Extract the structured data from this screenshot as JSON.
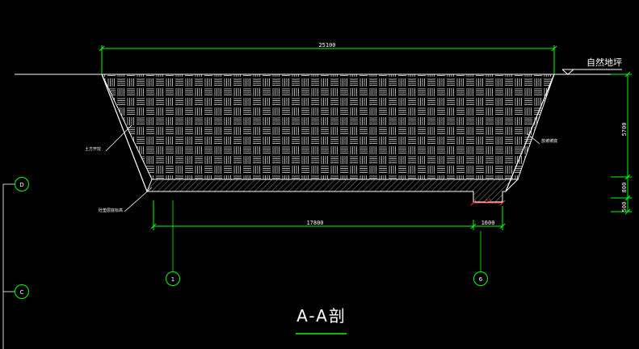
{
  "drawing": {
    "title": "A-A剖",
    "ground_label": "自然地坪",
    "dimensions": {
      "top_width": "25100",
      "bottom_main": "17800",
      "bottom_step": "1600",
      "step_marker": "±0",
      "height_main": "5700",
      "height_slab": "800",
      "height_step": "500"
    },
    "callouts": {
      "left_slope": "土方开挖",
      "right_slope": "放坡坡底",
      "bottom_slab": "砼垫层底标高"
    },
    "axes": {
      "grid_d": "D",
      "grid_c": "C",
      "grid_1": "1",
      "grid_6": "6"
    }
  },
  "colors": {
    "background": "#000000",
    "outline": "#ffffff",
    "dimension": "#00ff00",
    "axis_circle": "#00ff00",
    "marker": "#ff3030"
  }
}
